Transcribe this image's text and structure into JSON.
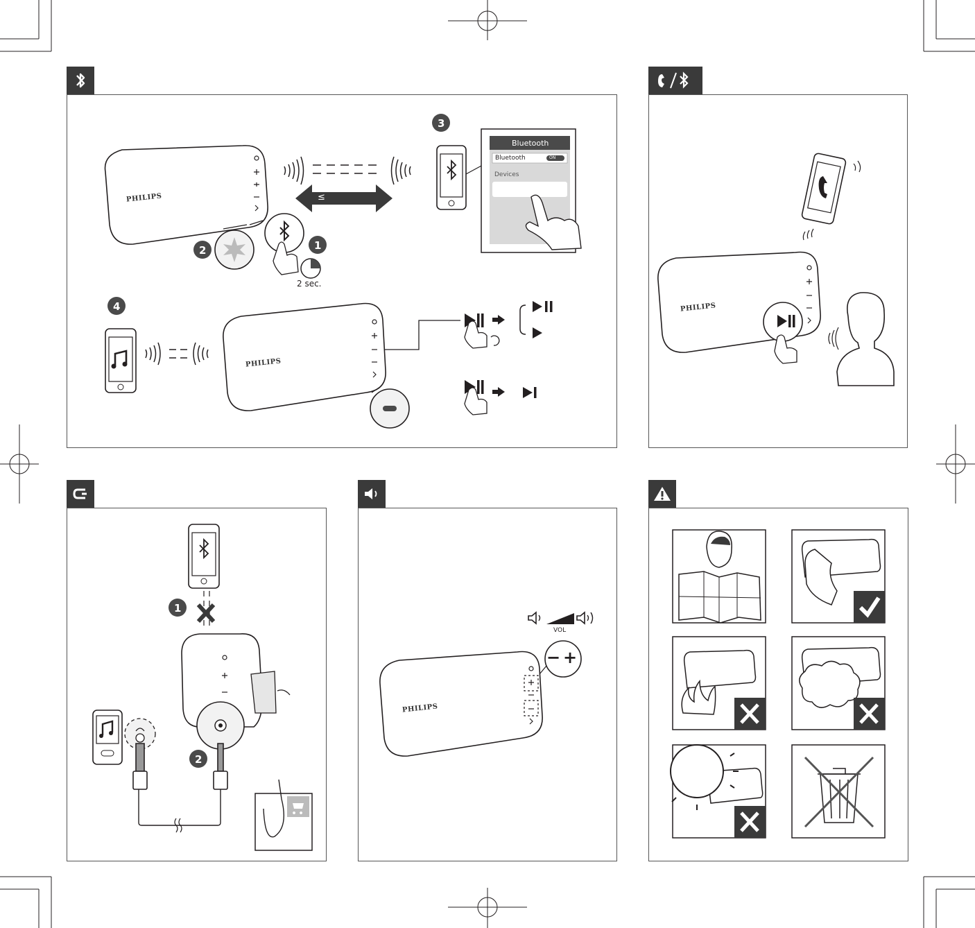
{
  "brand": "PHILIPS",
  "pairing": {
    "step_numbers": [
      "1",
      "2",
      "3",
      "4"
    ],
    "hold_time": "2 sec.",
    "distance_symbol": "≤",
    "settings_header": "Bluetooth",
    "settings_row": "Bluetooth",
    "toggle_label": "ON",
    "devices_label": "Devices"
  },
  "line_in": {
    "step_numbers": [
      "1",
      "2"
    ]
  },
  "volume": {
    "vol_label": "VOL",
    "minus_symbol": "−",
    "plus_symbol": "+"
  },
  "icons": {
    "pairing_tab": "bluetooth-icon",
    "call_tab": "phone-bluetooth-icon",
    "linein_tab": "aux-cable-icon",
    "volume_tab": "speaker-icon",
    "warning_tab": "warning-icon"
  },
  "colors": {
    "tab": "#3a3a3a",
    "frame": "#555555",
    "badge": "#4a4a4a",
    "screen": "#d9d9d9"
  }
}
